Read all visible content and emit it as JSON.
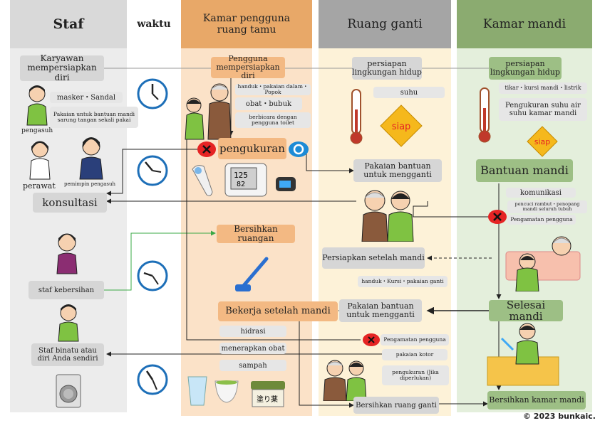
{
  "headers": {
    "staf": "Staf",
    "waktu": "waktu",
    "kamar_tamu": "Kamar pengguna ruang tamu",
    "ruang_ganti": "Ruang ganti",
    "kamar_mandi": "Kamar mandi"
  },
  "colors": {
    "staf_col": "#ececec",
    "tamu_col": "#fbe2c8",
    "ganti_col": "#fdf2d8",
    "mandi_col": "#e4efdc",
    "tamu_hdr": "#e8a868",
    "ganti_hdr": "#a5a5a5",
    "mandi_hdr": "#8bab70",
    "line_green": "#3aa845"
  },
  "staf": {
    "karyawan": "Karyawan mempersiapkan diri",
    "masker": "masker・Sandal",
    "pakaian": "Pakaian untuk bantuan mandi sarung tangan sekali pakai",
    "pengasuh": "pengasuh",
    "perawat": "perawat",
    "pemimpin": "pemimpin pengasuh",
    "konsultasi": "konsultasi",
    "kebersihan": "staf kebersihan",
    "binatu": "Staf binatu atau diri Anda sendiri"
  },
  "tamu": {
    "pengguna": "Pengguna mempersiapkan diri",
    "handuk": "handuk・pakaian dalam・Popok",
    "obat": "obat・bubuk",
    "berbicara": "berbicara dengan pengguna toilet",
    "pengukuran": "pengukuran",
    "bersihkan": "Bersihkan ruangan",
    "bekerja": "Bekerja setelah mandi",
    "hidrasi": "hidrasi",
    "menerapkan": "menerapkan obat",
    "sampah": "sampah",
    "jar_label": "塗り薬",
    "bp_sys": "125",
    "bp_dia": "82"
  },
  "ganti": {
    "persiapan": "persiapan lingkungan hidup",
    "suhu": "suhu",
    "siap": "siap",
    "pakaian1": "Pakaian bantuan untuk mengganti",
    "persiapkan": "Persiapkan setelah mandi",
    "handuk": "handuk・Kursi・pakaian ganti",
    "pakaian2": "Pakaian bantuan untuk mengganti",
    "pengamatan": "Pengamatan pengguna",
    "kotor": "pakaian kotor",
    "pengukuran": "pengukuran (Jika diperlukan)",
    "bersihkan": "Bersihkan ruang ganti"
  },
  "mandi": {
    "persiapan": "persiapan lingkungan hidup",
    "tikar": "tikar・kursi mandi・listrik",
    "pengukuran": "Pengukuran suhu air suhu kamar mandi",
    "siap": "siap",
    "bantuan": "Bantuan mandi",
    "komunikasi": "komunikasi",
    "pencuci": "pencuci rambut・penopang mandi seluruh tubuh",
    "pengamatan": "Pengamatan pengguna",
    "selesai": "Selesai mandi",
    "bersihkan": "Bersihkan kamar mandi"
  },
  "copyright": "© 2023 bunkaic."
}
